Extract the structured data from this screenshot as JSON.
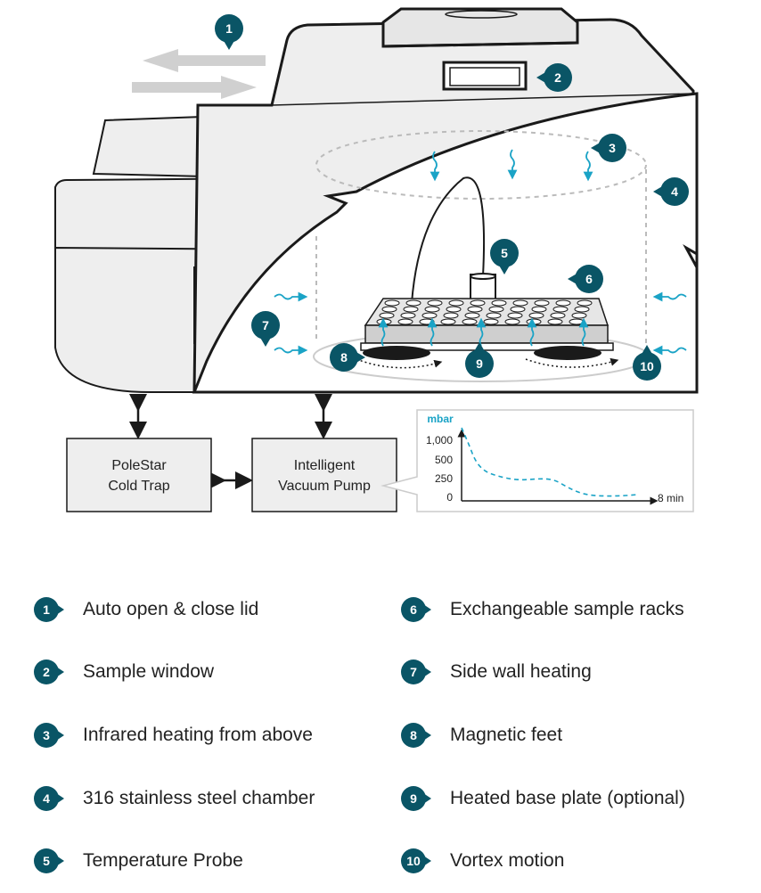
{
  "boxes": {
    "cold_trap": [
      "PoleStar",
      "Cold Trap"
    ],
    "vacuum_pump": [
      "Intelligent",
      "Vacuum Pump"
    ]
  },
  "chart_data": {
    "type": "line",
    "ylabel": "mbar",
    "xlabel": "8 min",
    "y_ticks": [
      "1,000",
      "500",
      "250",
      "0"
    ],
    "ylim": [
      0,
      1000
    ],
    "xlim": [
      0,
      8
    ],
    "series": [
      {
        "style": "dashed",
        "color": "#1aa3c6",
        "x": [
          0,
          0.3,
          0.6,
          1.0,
          1.5,
          2.0,
          2.5,
          3.0,
          3.5,
          4.0,
          4.5,
          5.0,
          5.5,
          6.0,
          6.5,
          7.0,
          7.5
        ],
        "y": [
          1050,
          820,
          560,
          420,
          360,
          320,
          300,
          310,
          320,
          300,
          200,
          120,
          80,
          70,
          70,
          75,
          90
        ]
      }
    ]
  },
  "callouts": [
    "1",
    "2",
    "3",
    "4",
    "5",
    "6",
    "7",
    "8",
    "9",
    "10"
  ],
  "legend": [
    {
      "num": "1",
      "label": "Auto open & close lid"
    },
    {
      "num": "2",
      "label": "Sample window"
    },
    {
      "num": "3",
      "label": "Infrared heating from above"
    },
    {
      "num": "4",
      "label": "316 stainless steel chamber"
    },
    {
      "num": "5",
      "label": "Temperature Probe"
    },
    {
      "num": "6",
      "label": "Exchangeable sample racks"
    },
    {
      "num": "7",
      "label": "Side wall heating"
    },
    {
      "num": "8",
      "label": "Magnetic feet"
    },
    {
      "num": "9",
      "label": "Heated base plate (optional)"
    },
    {
      "num": "10",
      "label": "Vortex motion"
    }
  ],
  "colors": {
    "badge": "#0a5566",
    "accent": "#1aa3c6",
    "outline": "#1a1a1a",
    "body": "#eeeeee"
  }
}
